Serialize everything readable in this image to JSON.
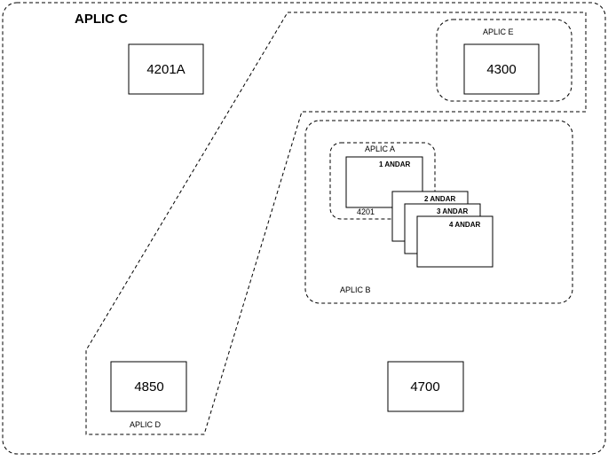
{
  "colors": {
    "line": "#000000",
    "background": "#ffffff"
  },
  "aplic_c": {
    "label": "APLIC C"
  },
  "aplic_e": {
    "label": "APLIC E"
  },
  "aplic_b": {
    "label": "APLIC B"
  },
  "aplic_a": {
    "label": "APLIC A"
  },
  "aplic_d": {
    "label": "APLIC D"
  },
  "nodes": {
    "n4201a": "4201A",
    "n4300": "4300",
    "n4850": "4850",
    "n4700": "4700",
    "n4201": "4201"
  },
  "floors": [
    "1 ANDAR",
    "2 ANDAR",
    "3 ANDAR",
    "4 ANDAR"
  ]
}
